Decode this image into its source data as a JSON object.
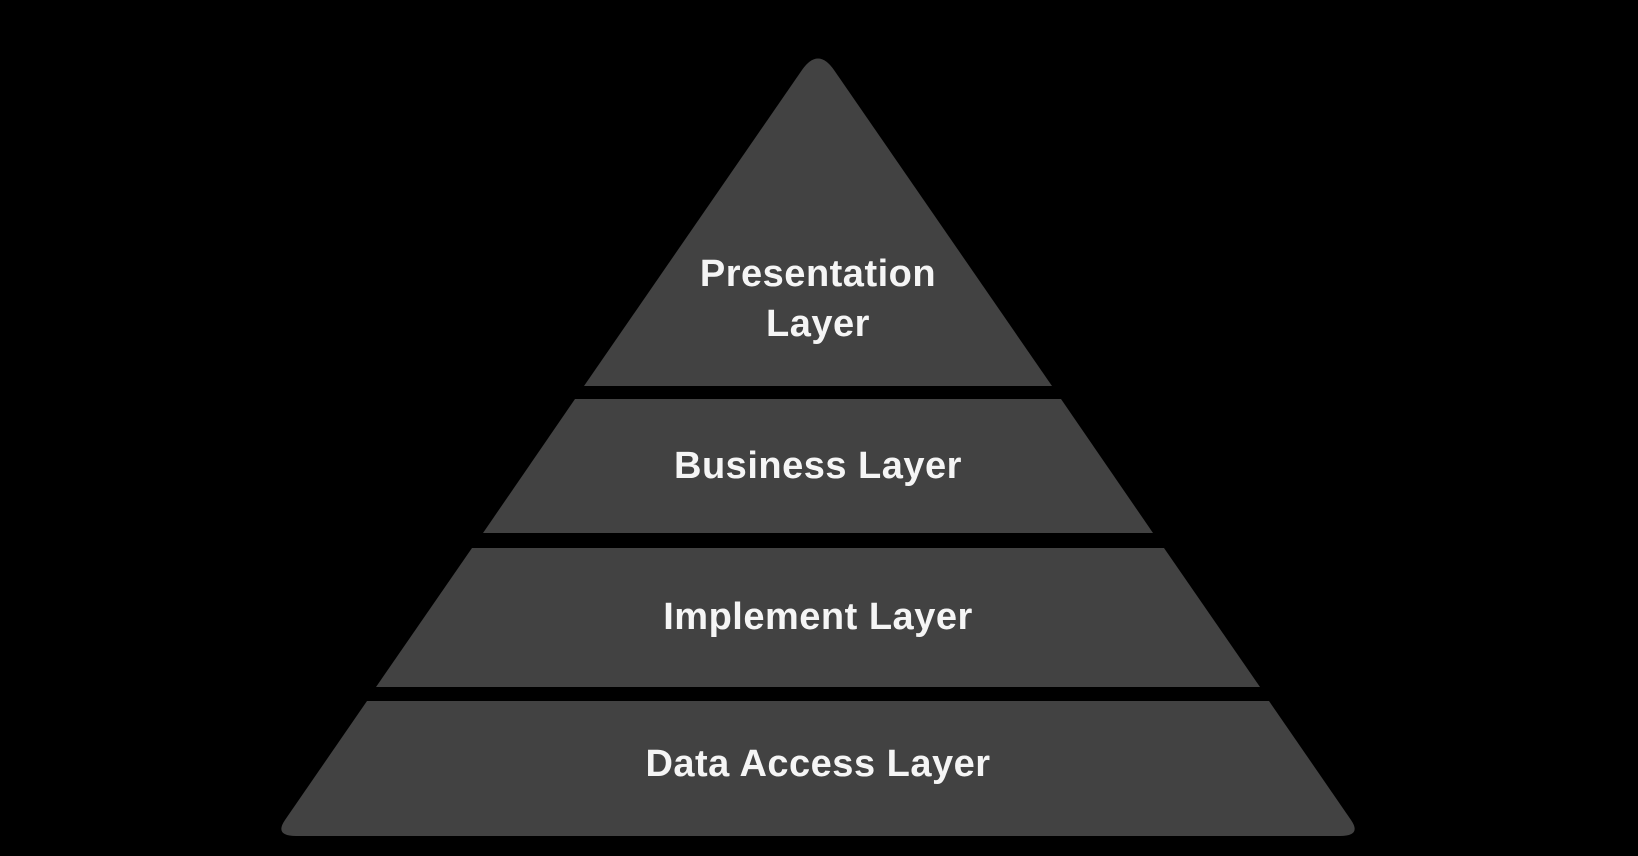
{
  "canvas": {
    "background_color": "#000000"
  },
  "pyramid": {
    "type": "layered-pyramid-diagram",
    "fill_color": "#424242",
    "text_color": "#f5f5f5",
    "layers": [
      {
        "id": "presentation",
        "label": "Presentation Layer",
        "lines": [
          "Presentation",
          "Layer"
        ],
        "level": 1
      },
      {
        "id": "business",
        "label": "Business Layer",
        "lines": [
          "Business Layer"
        ],
        "level": 2
      },
      {
        "id": "implement",
        "label": "Implement Layer",
        "lines": [
          "Implement Layer"
        ],
        "level": 3
      },
      {
        "id": "data-access",
        "label": "Data Access Layer",
        "lines": [
          "Data Access Layer"
        ],
        "level": 4
      }
    ]
  }
}
